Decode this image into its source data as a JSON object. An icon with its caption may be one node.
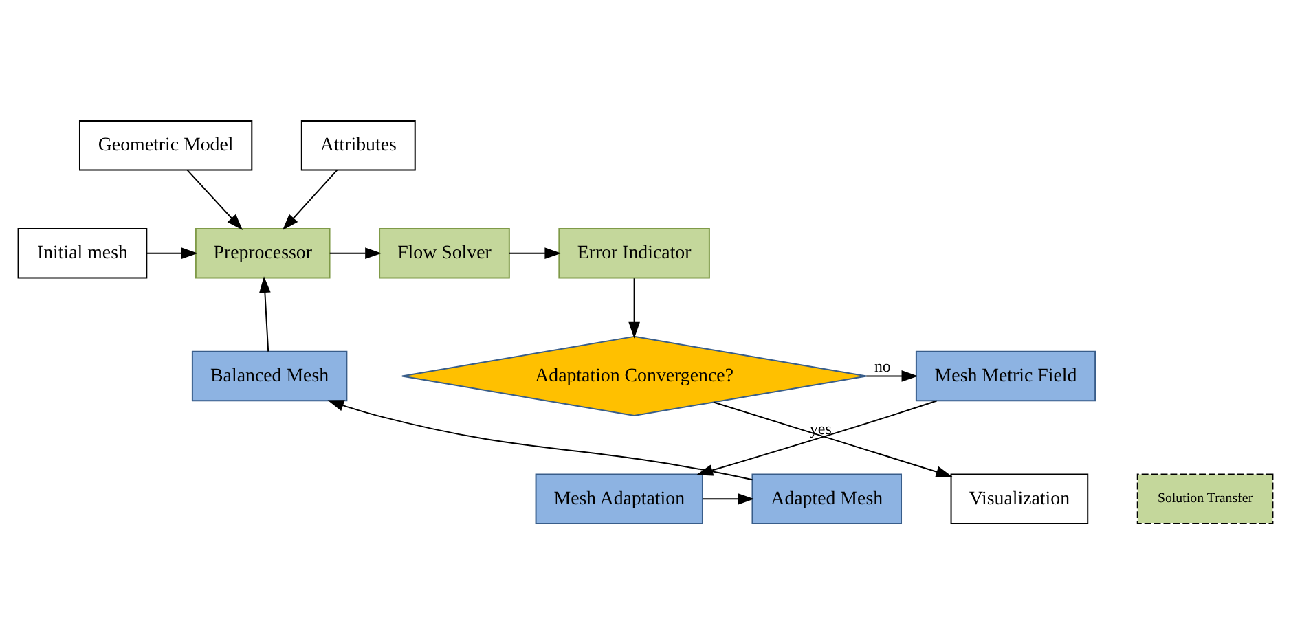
{
  "diagram": {
    "nodes": [
      {
        "text": [
          "Geometric Model"
        ]
      },
      {
        "text": [
          "Attributes"
        ]
      },
      {
        "text": [
          "Initial mesh"
        ]
      },
      {
        "text": [
          "Preprocessor"
        ]
      },
      {
        "text": [
          "Flow Solver"
        ]
      },
      {
        "text": [
          "Error Indicator"
        ]
      },
      {
        "text": [
          "Adaptation Convergence?"
        ]
      },
      {
        "text": [
          "Mesh Metric Field"
        ]
      },
      {
        "text": [
          "Balanced Mesh"
        ]
      },
      {
        "text": [
          "Mesh Adaptation"
        ]
      },
      {
        "text": [
          "Solution Transfer"
        ]
      },
      {
        "text": [
          "Adapted Mesh"
        ]
      },
      {
        "text": [
          "Visualization"
        ]
      }
    ],
    "edges": [
      {
        "from": 0,
        "to": 3,
        "arrow": "to"
      },
      {
        "from": 1,
        "to": 3,
        "arrow": "to"
      },
      {
        "from": 2,
        "to": 3,
        "arrow": "to"
      },
      {
        "from": 3,
        "to": 4,
        "arrow": "to"
      },
      {
        "from": 4,
        "to": 5,
        "arrow": "to"
      },
      {
        "from": 5,
        "to": 6,
        "arrow": "to"
      },
      {
        "from": 6,
        "to": 7,
        "label": "no",
        "arrow": "to"
      },
      {
        "from": 6,
        "to": 12,
        "label": "yes",
        "arrow": "to"
      },
      {
        "from": 7,
        "to": 9,
        "arrow": "to"
      },
      {
        "from": 9,
        "to": 11,
        "arrow": "to"
      },
      {
        "from": 11,
        "to": 8,
        "arrow": "to"
      },
      {
        "from": 8,
        "to": 3,
        "arrow": "to"
      }
    ]
  }
}
